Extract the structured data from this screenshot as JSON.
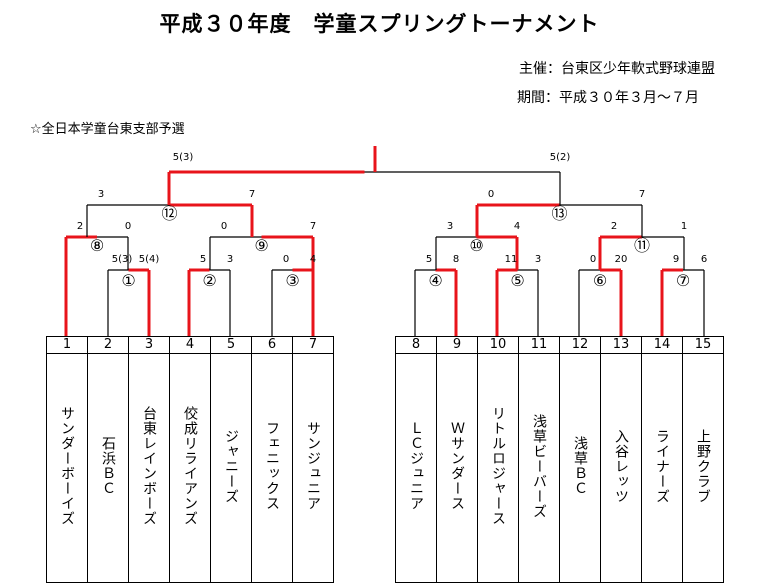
{
  "header": {
    "title": "平成３０年度　学童スプリングトーナメント",
    "organizer": "主催：台東区少年軟式野球連盟",
    "period": "期間：平成３０年３月～７月",
    "subtitle": "☆全日本学童台東支部予選"
  },
  "teams": [
    {
      "num": "1",
      "name": "サンダーボーイズ",
      "nameDisplay": "サンダーボーイズ"
    },
    {
      "num": "2",
      "name": "石浜ＢＣ",
      "nameDisplay": "石浜ＢＣ"
    },
    {
      "num": "3",
      "name": "台東レインボーズ",
      "nameDisplay": "台東レインボーズ"
    },
    {
      "num": "4",
      "name": "佼成リライアンズ",
      "nameDisplay": "佼成リライアンズ"
    },
    {
      "num": "5",
      "name": "ジャニーズ",
      "nameDisplay": "ジャニーズ"
    },
    {
      "num": "6",
      "name": "フェニックス",
      "nameDisplay": "フェニックス"
    },
    {
      "num": "7",
      "name": "サンジュニア",
      "nameDisplay": "サンジュニア"
    },
    {
      "num": "8",
      "name": "ＬＣジュニア",
      "nameDisplay": "ＬＣジュニア"
    },
    {
      "num": "9",
      "name": "Ｗサンダース",
      "nameDisplay": "Ｗサンダース"
    },
    {
      "num": "10",
      "name": "リトルロジャース",
      "nameDisplay": "リトルロジャース"
    },
    {
      "num": "11",
      "name": "浅草ビーバーズ",
      "nameDisplay": "浅草ビーバーズ"
    },
    {
      "num": "12",
      "name": "浅草ＢＣ",
      "nameDisplay": "浅草ＢＣ"
    },
    {
      "num": "13",
      "name": "入谷レッツ",
      "nameDisplay": "入谷レッツ"
    },
    {
      "num": "14",
      "name": "ライナーズ",
      "nameDisplay": "ライナーズ"
    },
    {
      "num": "15",
      "name": "上野クラブ",
      "nameDisplay": "上野クラブ"
    }
  ],
  "matches": [
    {
      "id": "1",
      "label": "①",
      "leftScore": "5(3)",
      "rightScore": "5(4)"
    },
    {
      "id": "2",
      "label": "②",
      "leftScore": "5",
      "rightScore": "3"
    },
    {
      "id": "3",
      "label": "③",
      "leftScore": "0",
      "rightScore": "4"
    },
    {
      "id": "4",
      "label": "④",
      "leftScore": "5",
      "rightScore": "8"
    },
    {
      "id": "5",
      "label": "⑤",
      "leftScore": "11",
      "rightScore": "3"
    },
    {
      "id": "6",
      "label": "⑥",
      "leftScore": "0",
      "rightScore": "20"
    },
    {
      "id": "7",
      "label": "⑦",
      "leftScore": "9",
      "rightScore": "6"
    },
    {
      "id": "8",
      "label": "⑧",
      "leftScore": "2",
      "rightScore": "0"
    },
    {
      "id": "9",
      "label": "⑨",
      "leftScore": "0",
      "rightScore": "7"
    },
    {
      "id": "10",
      "label": "⑩",
      "leftScore": "3",
      "rightScore": "4"
    },
    {
      "id": "11",
      "label": "⑪",
      "leftScore": "2",
      "rightScore": "1"
    },
    {
      "id": "12",
      "label": "⑫",
      "leftScore": "3",
      "rightScore": "7"
    },
    {
      "id": "13",
      "label": "⑬",
      "leftScore": "0",
      "rightScore": "7"
    },
    {
      "id": "final",
      "label": "",
      "leftScore": "5(3)",
      "rightScore": "5(2)"
    }
  ],
  "colors": {
    "winner": "#e8141b",
    "line": "#000000"
  }
}
